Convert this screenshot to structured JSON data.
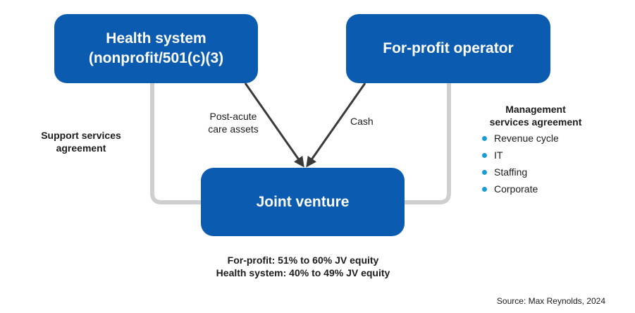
{
  "nodes": {
    "health_system": {
      "line1": "Health system",
      "line2": "(nonprofit/501(c)(3)"
    },
    "for_profit": {
      "label": "For-profit operator"
    },
    "joint_venture": {
      "label": "Joint venture"
    }
  },
  "edges": {
    "post_acute": {
      "line1": "Post-acute",
      "line2": "care assets"
    },
    "cash": {
      "label": "Cash"
    },
    "support": {
      "line1": "Support services",
      "line2": "agreement"
    },
    "management": {
      "line1": "Management",
      "line2": "services agreement",
      "items": [
        "Revenue cycle",
        "IT",
        "Staffing",
        "Corporate"
      ]
    }
  },
  "equity": {
    "for_profit": "For-profit: 51% to 60% JV equity",
    "health_system": "Health system: 40% to 49% JV equity"
  },
  "source": "Source: Max Reynolds, 2024",
  "colors": {
    "box": "#0b5cb0",
    "connector": "#cfcfcf",
    "arrow": "#3a3a3a",
    "bullet": "#1a9ad6"
  }
}
